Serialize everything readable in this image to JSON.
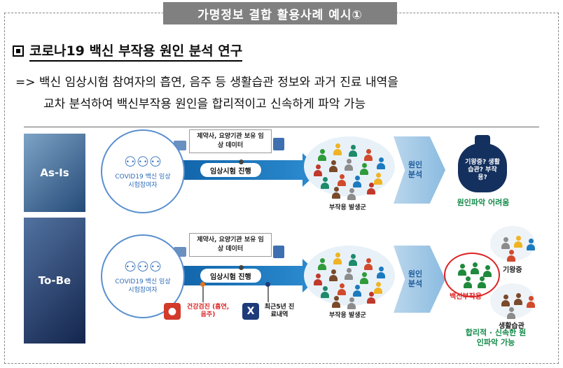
{
  "header": {
    "title": "가명정보 결합 활용사례 예시①"
  },
  "section": {
    "title": "코로나19 백신 부작용 원인 분석 연구"
  },
  "description": {
    "line1": "=> 백신 임상시험 참여자의 흡연, 음주 등 생활습관 정보와 과거 진료 내역을",
    "line2": "교차 분석하여 백신부작용 원인을 합리적이고 신속하게 파악 가능"
  },
  "diagram": {
    "asis": {
      "side_label": "As-Is",
      "participants": "COVID19 백신 임상시험참여자",
      "data_label": "제약사, 요양기관 보유 임상 데이터",
      "trial_label": "임상시험 진행",
      "crowd_caption": "부작용 발생군",
      "analysis": "원인 분석",
      "bag_text": "기왕증? 생활습관? 부작용?",
      "result": "원인파악 어려움"
    },
    "tobe": {
      "side_label": "To-Be",
      "participants": "COVID19 백신 임상시험참여자",
      "data_label": "제약사, 요양기관 보유 임상 데이터",
      "trial_label": "임상시험 진행",
      "source1": "건강검진 (흡연, 음주)",
      "source2": "최근5년 진료내역",
      "crowd_caption": "부작용 발생군",
      "analysis": "원인 분석",
      "group1": "백신부작용",
      "group2": "기왕증",
      "group3": "생활습관",
      "result": "합리적 · 신속한 원인파악 가능"
    }
  },
  "colors": {
    "arrow": "#1a6fb5",
    "green": "#138a49",
    "red": "#d22222",
    "header": "#808080"
  }
}
